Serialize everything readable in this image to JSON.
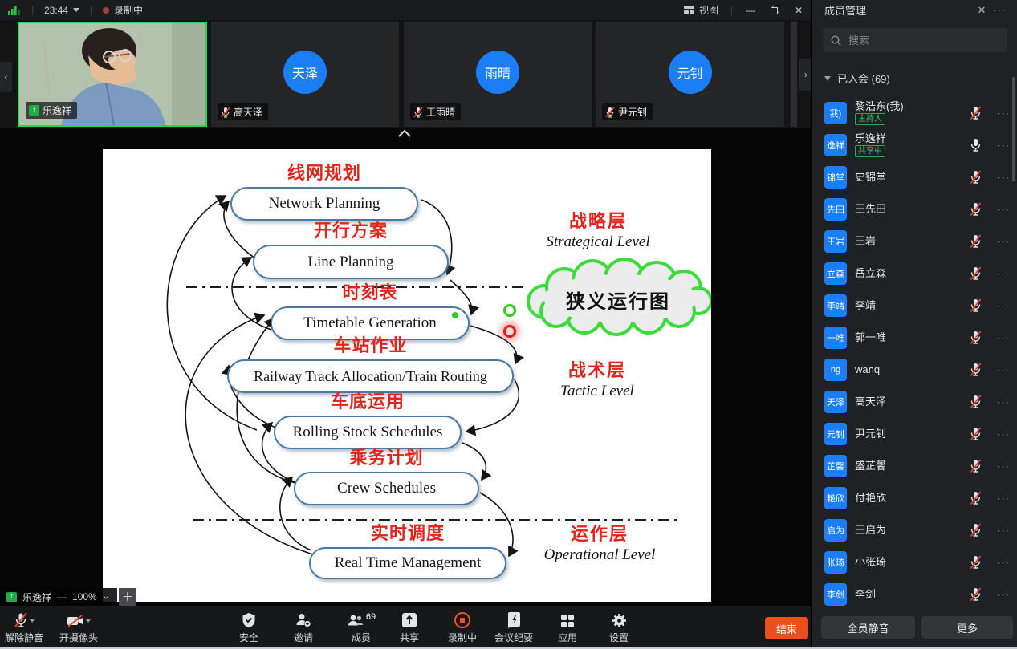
{
  "titlebar": {
    "time": "23:44",
    "recording": "录制中",
    "view": "视图"
  },
  "video": {
    "tiles": [
      {
        "name": "乐逸祥",
        "sharing": true
      },
      {
        "avatar": "天泽",
        "name": "高天泽"
      },
      {
        "avatar": "雨晴",
        "name": "王雨晴"
      },
      {
        "avatar": "元钊",
        "name": "尹元钊"
      }
    ]
  },
  "overlay": {
    "presenter": "乐逸祥",
    "zoom": "100%"
  },
  "diagram": {
    "boxes": [
      {
        "cn": "线网规划",
        "en": "Network Planning"
      },
      {
        "cn": "开行方案",
        "en": "Line Planning"
      },
      {
        "cn": "时刻表",
        "en": "Timetable Generation"
      },
      {
        "cn": "车站作业",
        "en": "Railway Track Allocation/Train Routing"
      },
      {
        "cn": "车底运用",
        "en": "Rolling Stock Schedules"
      },
      {
        "cn": "乘务计划",
        "en": "Crew Schedules"
      },
      {
        "cn": "实时调度",
        "en": "Real Time Management"
      }
    ],
    "levels": [
      {
        "cn": "战略层",
        "en": "Strategical Level"
      },
      {
        "cn": "战术层",
        "en": "Tactic Level"
      },
      {
        "cn": "运作层",
        "en": "Operational Level"
      }
    ],
    "cloud_label": "狭义运行图"
  },
  "toolbar": {
    "unmute": "解除静音",
    "camera": "开摄像头",
    "security": "安全",
    "invite": "邀请",
    "members": "成员",
    "members_count": "69",
    "share": "共享",
    "recording": "录制中",
    "notes": "会议纪要",
    "apps": "应用",
    "settings": "设置",
    "end": "结束"
  },
  "panel": {
    "title": "成员管理",
    "search_placeholder": "搜索",
    "section_label": "已入会 (69)",
    "footer": {
      "mute_all": "全员静音",
      "more": "更多"
    },
    "members": [
      {
        "avatar": "我)",
        "name": "黎浩东(我)",
        "badge": "主持人",
        "mic": "muted"
      },
      {
        "avatar": "逸祥",
        "name": "乐逸祥",
        "badge": "共享中",
        "mic": "on"
      },
      {
        "avatar": "锦堂",
        "name": "史锦堂",
        "mic": "muted"
      },
      {
        "avatar": "先田",
        "name": "王先田",
        "mic": "muted"
      },
      {
        "avatar": "王岩",
        "name": "王岩",
        "mic": "muted"
      },
      {
        "avatar": "立森",
        "name": "岳立森",
        "mic": "muted"
      },
      {
        "avatar": "李靖",
        "name": "李靖",
        "mic": "muted"
      },
      {
        "avatar": "一唯",
        "name": "郭一唯",
        "mic": "muted"
      },
      {
        "avatar": "ng",
        "name": "wanq",
        "mic": "muted"
      },
      {
        "avatar": "天泽",
        "name": "高天泽",
        "mic": "muted"
      },
      {
        "avatar": "元钊",
        "name": "尹元钊",
        "mic": "muted"
      },
      {
        "avatar": "芷馨",
        "name": "盛芷馨",
        "mic": "muted"
      },
      {
        "avatar": "艳欣",
        "name": "付艳欣",
        "mic": "muted"
      },
      {
        "avatar": "启为",
        "name": "王启为",
        "mic": "muted"
      },
      {
        "avatar": "张琦",
        "name": "小张琦",
        "mic": "muted"
      },
      {
        "avatar": "李剑",
        "name": "李剑",
        "mic": "muted"
      }
    ]
  },
  "colors": {
    "accent_blue": "#1b7ef7",
    "end_orange": "#ee4e1e",
    "label_red": "#e3241c",
    "box_border_blue": "#4a79a4",
    "cloud_green": "#3bdb3b",
    "active_green": "#2fd14f"
  }
}
